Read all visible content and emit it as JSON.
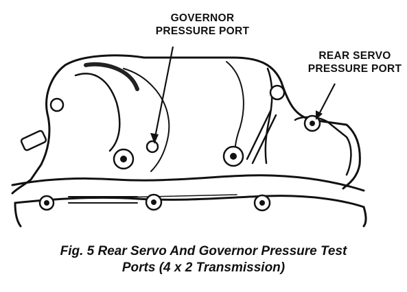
{
  "callouts": {
    "governor_port": [
      "GOVERNOR",
      "PRESSURE PORT"
    ],
    "rear_servo_port": [
      "REAR SERVO",
      "PRESSURE PORT"
    ]
  },
  "caption": {
    "line1": "Fig. 5 Rear Servo And Governor Pressure Test",
    "line2": "Ports (4 x 2 Transmission)"
  }
}
